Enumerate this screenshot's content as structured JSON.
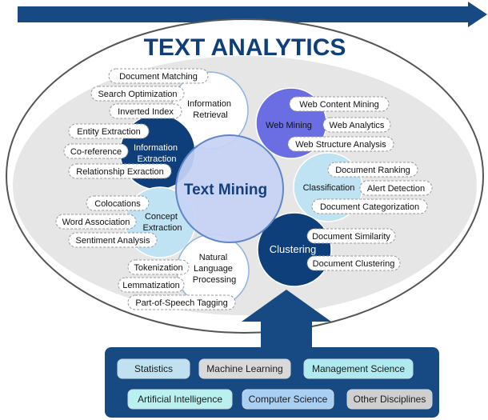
{
  "title": "TEXT ANALYTICS",
  "center": {
    "label": "Text Mining"
  },
  "colors": {
    "navy": "#0f3f7a",
    "arrow": "#174a82",
    "center_fill": "#c7d3f6",
    "light_blue": "#bfe3f3",
    "purple": "#6a6ee2",
    "white": "#ffffff"
  },
  "areas": [
    {
      "key": "info_retrieval",
      "lines": [
        "Information",
        "Retrieval"
      ],
      "items": [
        "Document Matching",
        "Search Optimization",
        "Inverted Index"
      ]
    },
    {
      "key": "web_mining",
      "lines": [
        "Web Mining"
      ],
      "items": [
        "Web Content Mining",
        "Web Analytics",
        "Web Structure Analysis"
      ]
    },
    {
      "key": "info_extraction",
      "lines": [
        "Information",
        "Extraction"
      ],
      "items": [
        "Entity Extraction",
        "Co-reference",
        "Relationship Exraction"
      ]
    },
    {
      "key": "classification",
      "lines": [
        "Classification"
      ],
      "items": [
        "Document Ranking",
        "Alert Detection",
        "Document Categorization"
      ]
    },
    {
      "key": "concept_extraction",
      "lines": [
        "Concept",
        "Extraction"
      ],
      "items": [
        "Colocations",
        "Word Association",
        "Sentiment Analysis"
      ]
    },
    {
      "key": "clustering",
      "lines": [
        "Clustering"
      ],
      "items": [
        "Document Similarity",
        "Document Clustering"
      ]
    },
    {
      "key": "nlp",
      "lines": [
        "Natural",
        "Language",
        "Processing"
      ],
      "items": [
        "Tokenization",
        "Lemmatization",
        "Part-of-Speech Tagging"
      ]
    }
  ],
  "disciplines": [
    {
      "label": "Statistics",
      "color": "#bfe1f0"
    },
    {
      "label": "Machine Learning",
      "color": "#d9d9d9"
    },
    {
      "label": "Management Science",
      "color": "#aeeaf0"
    },
    {
      "label": "Artificial Intelligence",
      "color": "#b9f0f0"
    },
    {
      "label": "Computer Science",
      "color": "#a9cff3"
    },
    {
      "label": "Other Disciplines",
      "color": "#cfcfcf"
    }
  ]
}
